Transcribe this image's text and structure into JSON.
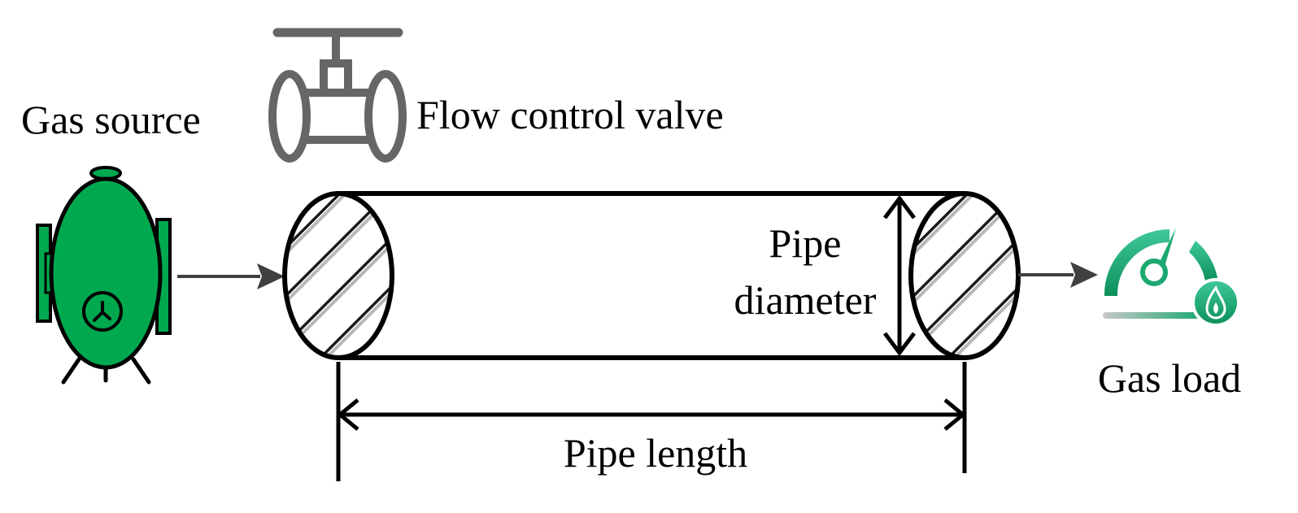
{
  "labels": {
    "gas_source": "Gas source",
    "flow_valve": "Flow control valve",
    "pipe_diameter_line1": "Pipe",
    "pipe_diameter_line2": "diameter",
    "pipe_length": "Pipe length",
    "gas_load": "Gas load"
  },
  "icons": {
    "source": "gas-tank-icon",
    "valve": "valve-icon",
    "load": "gauge-flame-icon"
  },
  "colors": {
    "tank_green": "#00a84f",
    "valve_gray": "#666666",
    "gauge_green": "#1ba870",
    "line_black": "#000000",
    "arrow_gray": "#404040"
  }
}
